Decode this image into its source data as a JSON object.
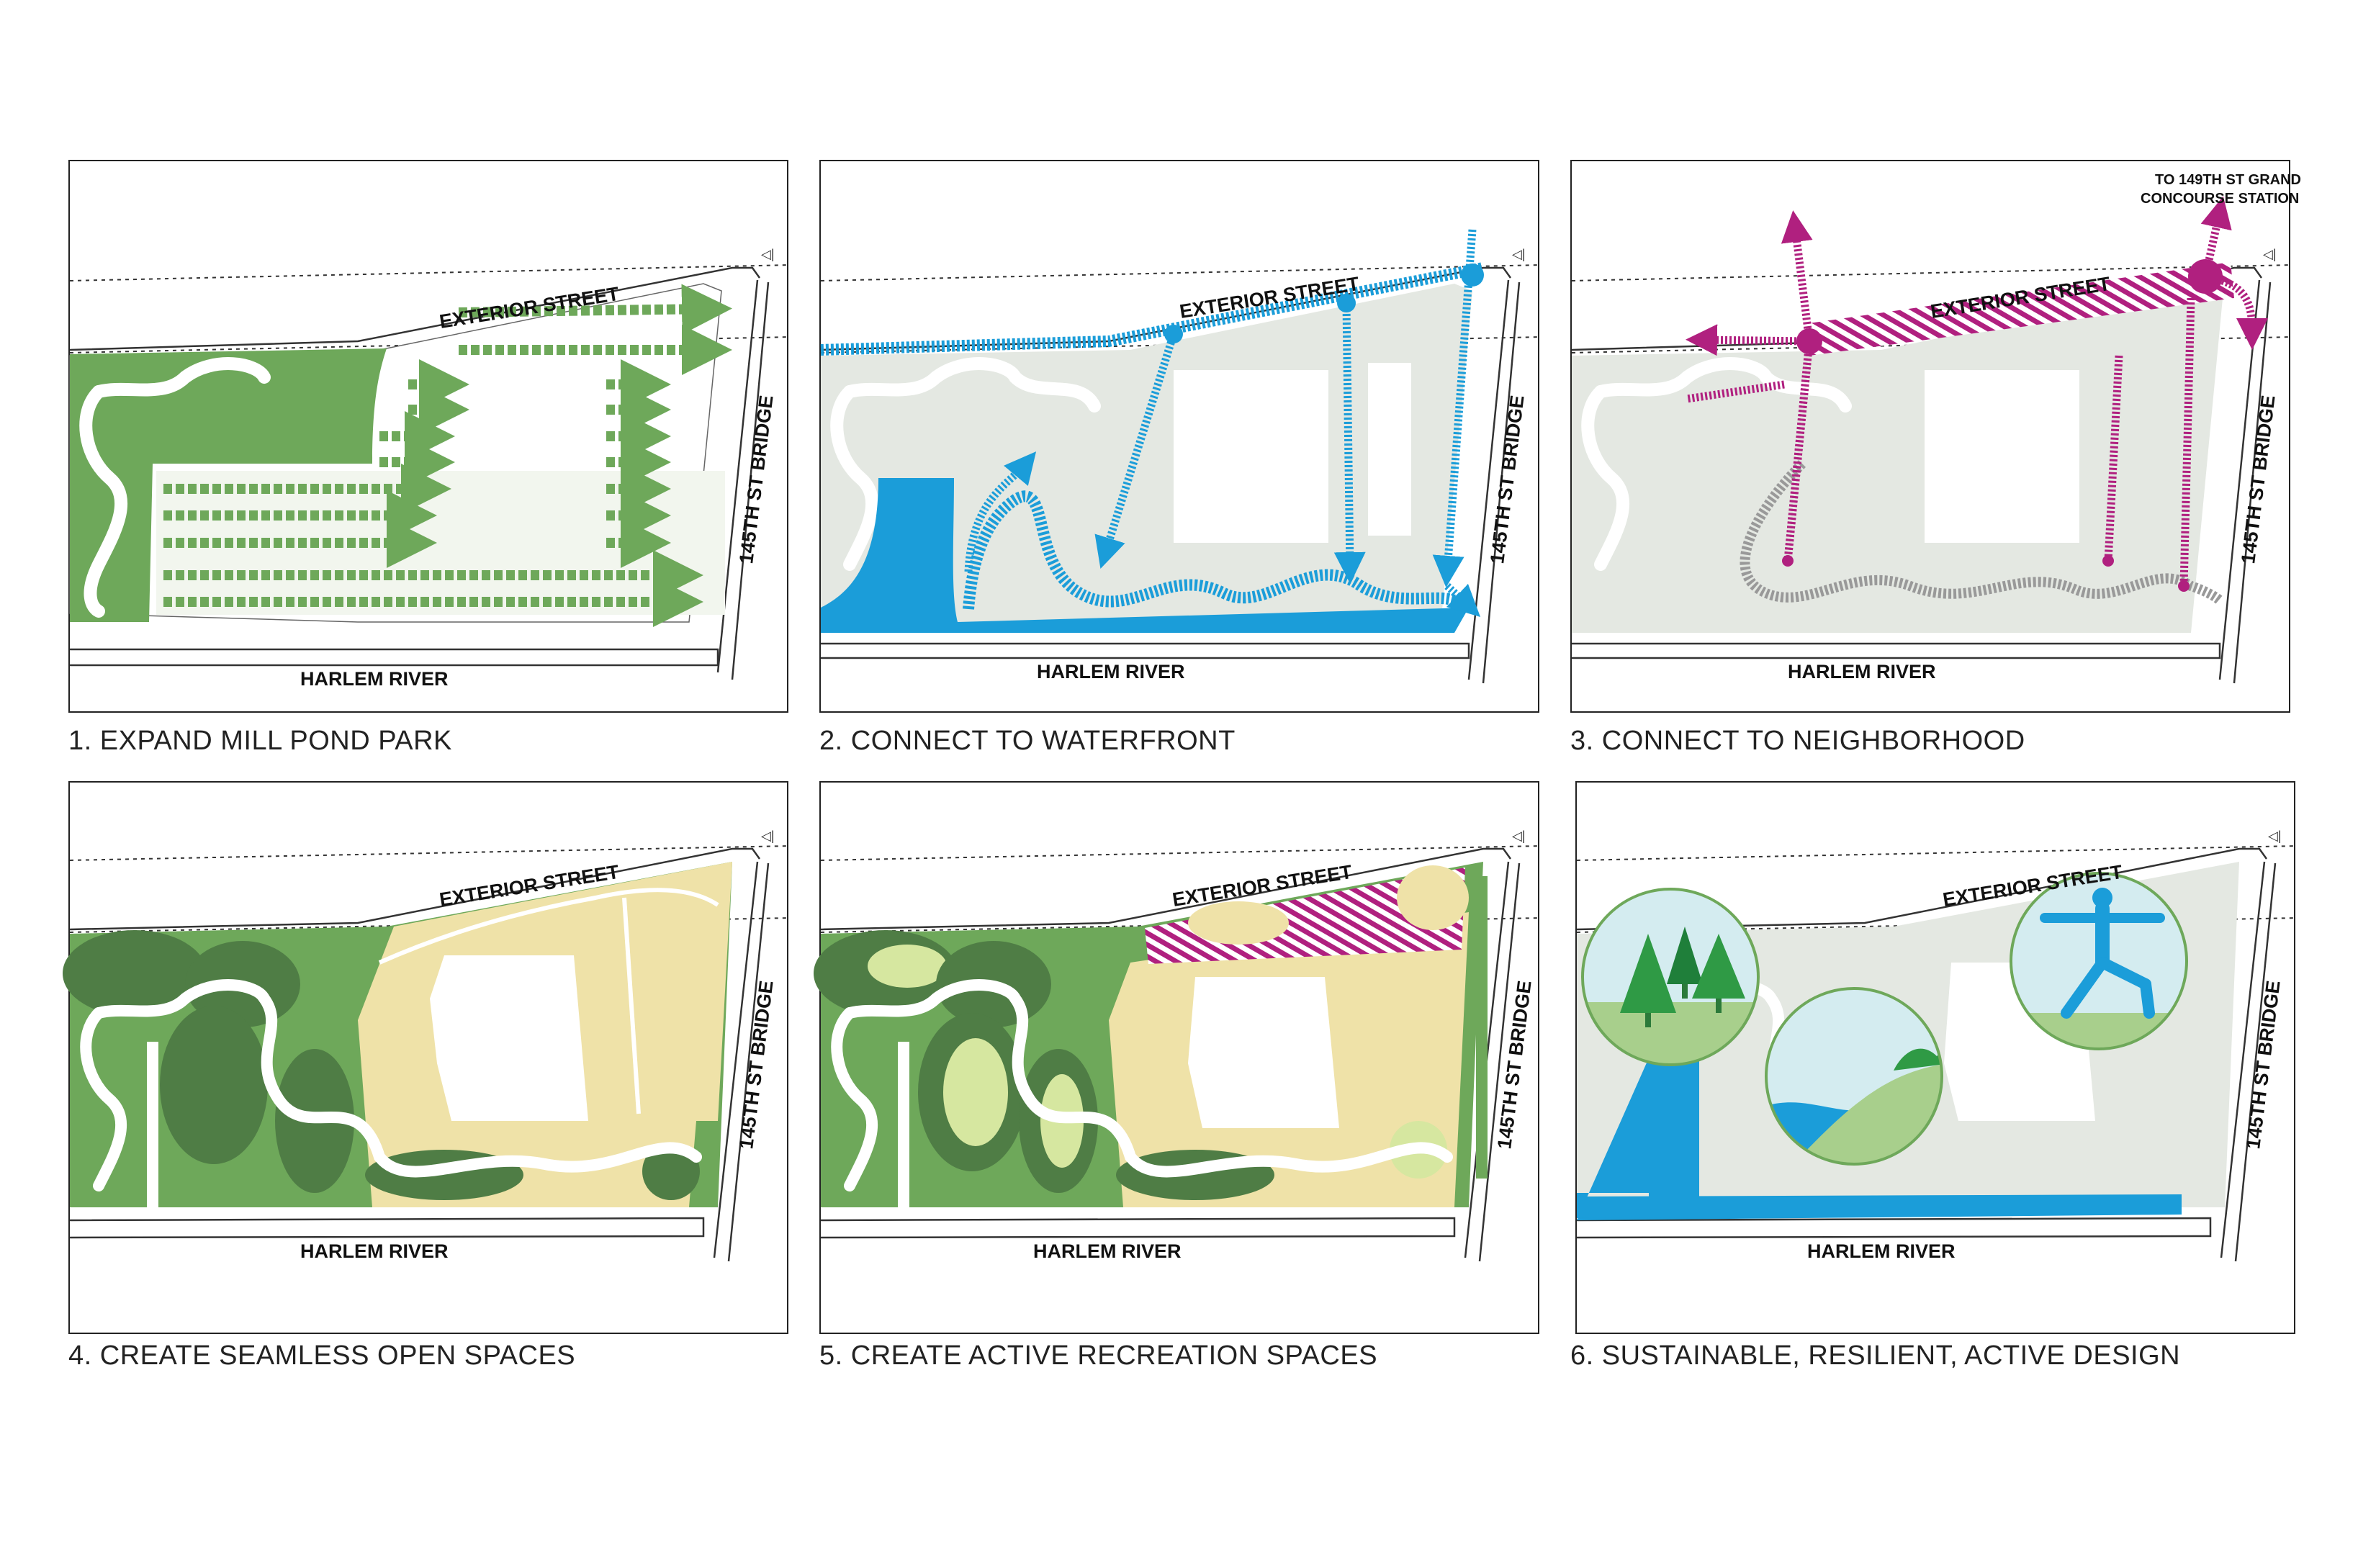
{
  "labels": {
    "exterior_street": "EXTERIOR STREET",
    "bridge": "145TH ST BRIDGE",
    "river": "HARLEM RIVER",
    "station_line1": "TO 149TH ST GRAND",
    "station_line2": "CONCOURSE STATION"
  },
  "captions": [
    "1. EXPAND MILL POND PARK",
    "2. CONNECT TO WATERFRONT",
    "3. CONNECT TO NEIGHBORHOOD",
    "4. CREATE SEAMLESS OPEN SPACES",
    "5. CREATE ACTIVE RECREATION SPACES",
    "6. SUSTAINABLE, RESILIENT, ACTIVE DESIGN"
  ],
  "colors": {
    "park_green": "#6ea85a",
    "dark_green": "#4f7d45",
    "light_green": "#d6e7a0",
    "site_gray": "#e4e8e2",
    "water_blue": "#1b9dd9",
    "magenta": "#b0207f",
    "sand": "#efe2a8",
    "sky": "#d4ecf0",
    "gray_path": "#999999"
  }
}
